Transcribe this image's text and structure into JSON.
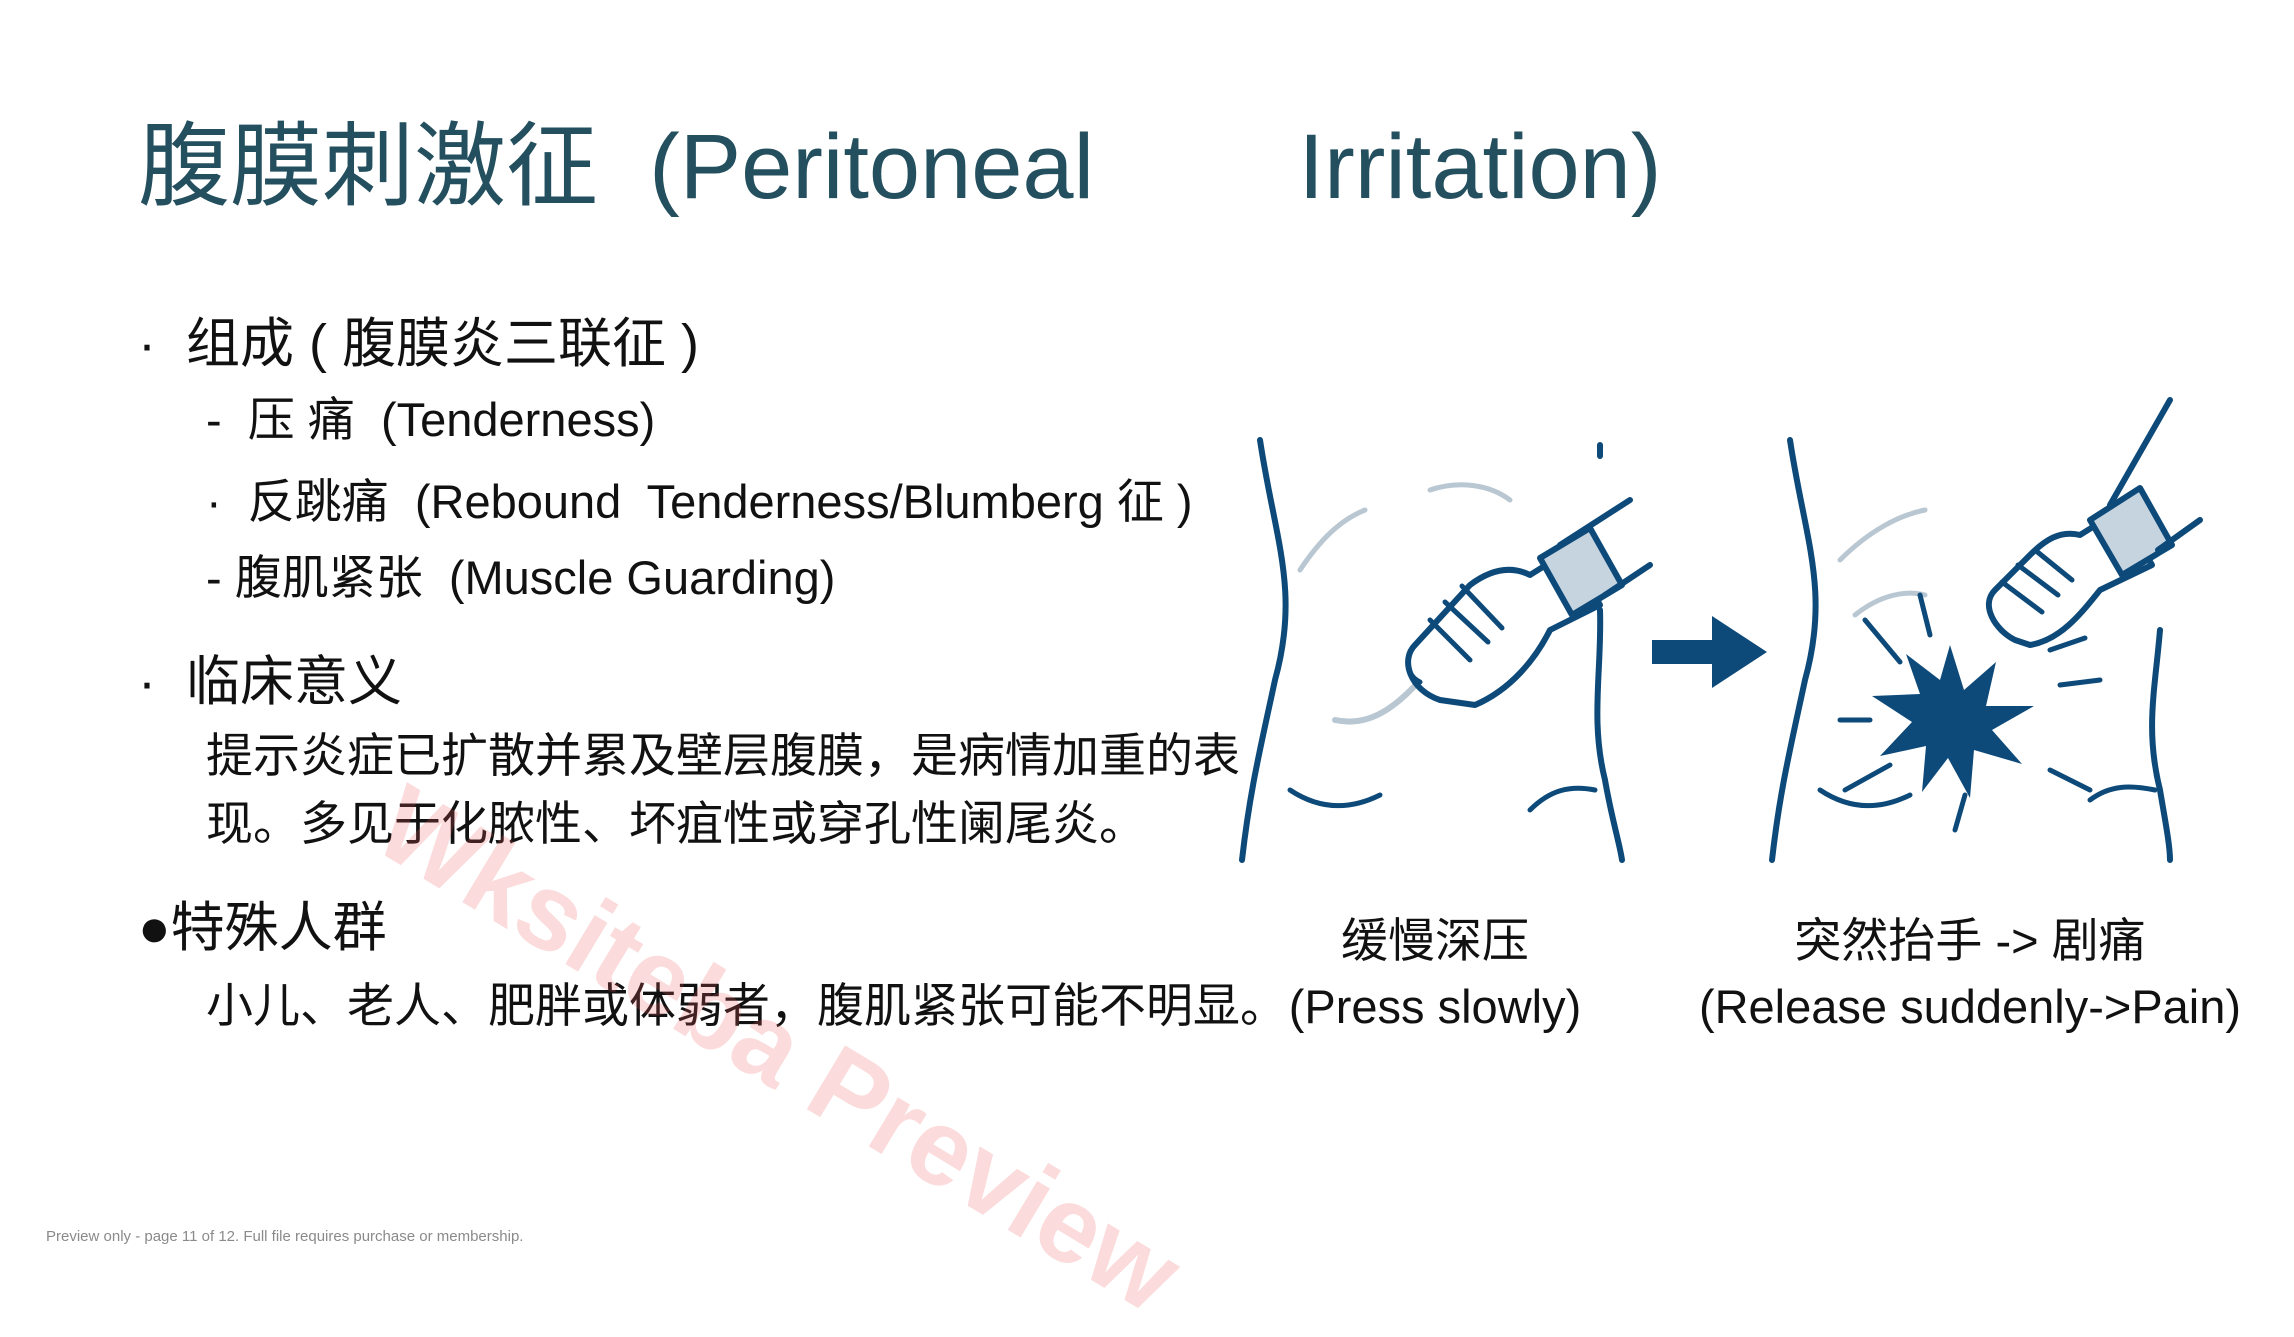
{
  "title": "腹膜刺激征  (Peritoneal        Irritation)",
  "section1": {
    "heading": "·  组成 ( 腹膜炎三联征 )",
    "items": [
      "-  压 痛  (Tenderness)",
      "·  反跳痛  (Rebound  Tenderness/Blumberg 征 )",
      "- 腹肌紧张  (Muscle Guarding)"
    ]
  },
  "section2": {
    "heading": "·  临床意义",
    "lines": [
      "提示炎症已扩散并累及壁层腹膜，是病情加重的表",
      "现。多见于化脓性、坏疽性或穿孔性阑尾炎。"
    ]
  },
  "section3": {
    "heading": "●特殊人群",
    "line": "小儿、老人、肥胖或体弱者，腹肌紧张可能不明显。"
  },
  "figure": {
    "left_caption": [
      "缓慢深压",
      "(Press slowly)"
    ],
    "right_caption": [
      "突然抬手 -> 剧痛",
      "(Release suddenly->Pain)"
    ],
    "accent_color": "#0d4a7a"
  },
  "watermark": "Wksiteba Preview",
  "footer": "Preview only - page 11 of 12. Full file requires purchase or membership."
}
